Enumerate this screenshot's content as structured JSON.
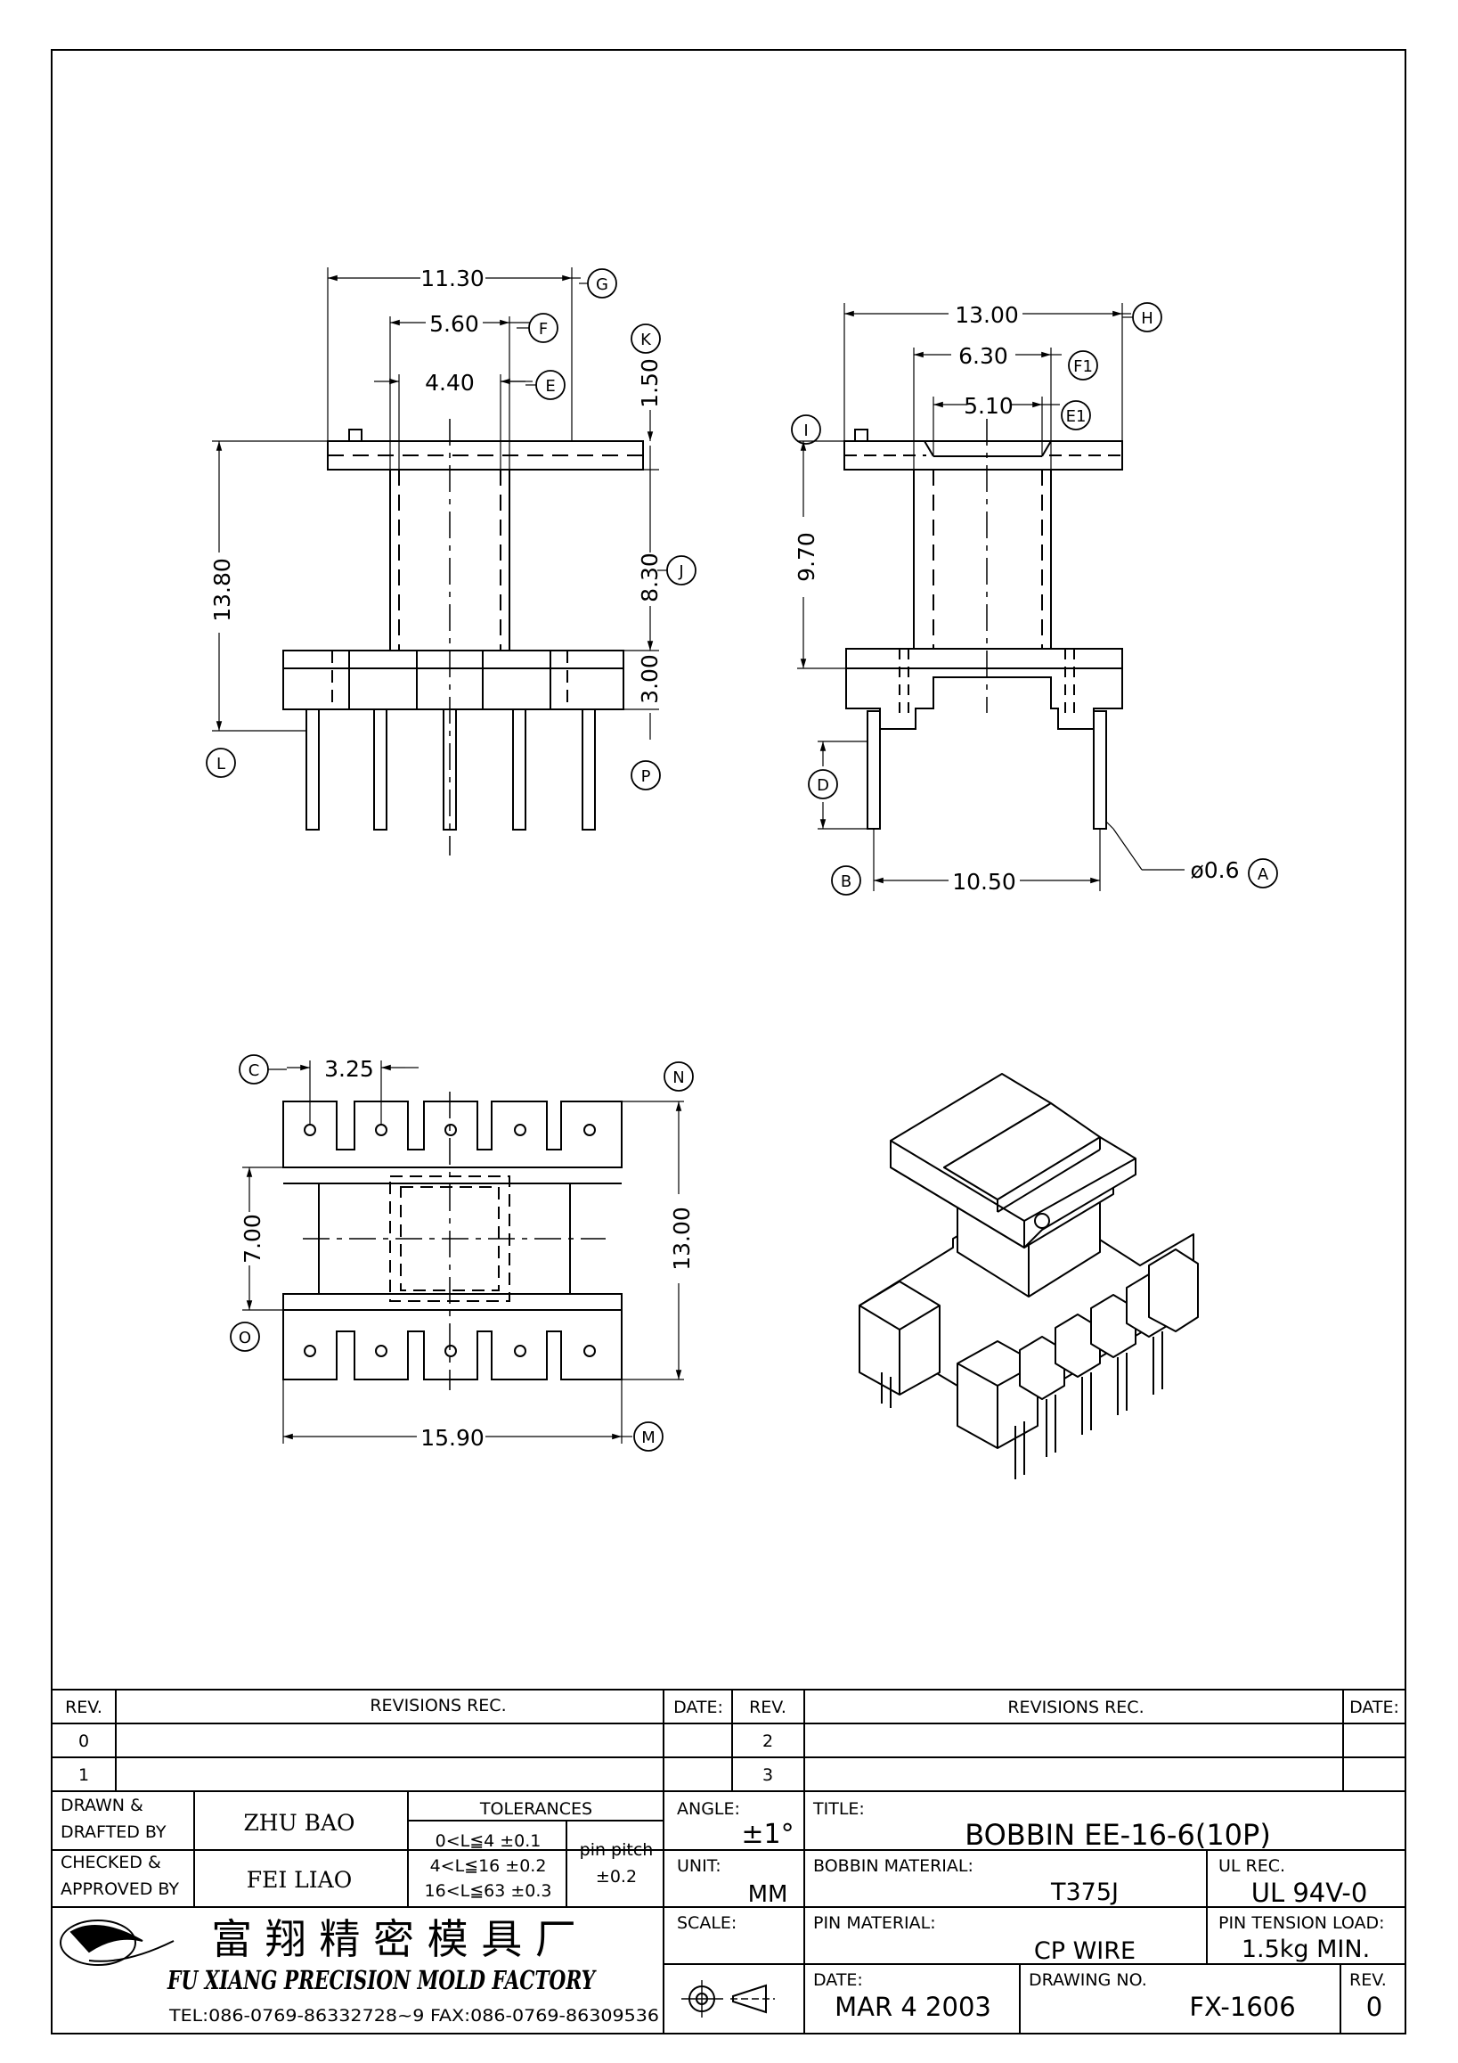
{
  "views": {
    "front": {
      "dim_width_overall": "11.30",
      "dim_width_mid": "5.60",
      "dim_width_inner": "4.40",
      "dim_flange_thk": "1.50",
      "dim_height_overall": "13.80",
      "dim_window_height": "8.30",
      "dim_base_height": "3.00",
      "callouts": [
        "G",
        "F",
        "E",
        "K",
        "J",
        "L",
        "P"
      ]
    },
    "side": {
      "dim_width_overall": "13.00",
      "dim_width_mid": "6.30",
      "dim_width_inner": "5.10",
      "dim_height": "9.70",
      "dim_pin_span": "10.50",
      "dim_pin_dia": "ø0.6",
      "callouts": [
        "H",
        "F1",
        "E1",
        "I",
        "D",
        "B",
        "A"
      ]
    },
    "bottom": {
      "dim_pin_pitch": "3.25",
      "dim_inner": "7.00",
      "dim_depth": "13.00",
      "dim_length": "15.90",
      "callouts": [
        "C",
        "N",
        "O",
        "M"
      ]
    }
  },
  "revisions": {
    "header_rev": "REV.",
    "header_rec": "REVISIONS   REC.",
    "header_date": "DATE:",
    "left_revs": [
      "0",
      "1"
    ],
    "right_revs": [
      "2",
      "3"
    ]
  },
  "title_block": {
    "drawn_label_1": "DRAWN  &",
    "drawn_label_2": "DRAFTED  BY",
    "drawn_by": "ZHU BAO",
    "checked_label_1": "CHECKED  &",
    "checked_label_2": "APPROVED  BY",
    "checked_by": "FEI LIAO",
    "tolerances_label": "TOLERANCES",
    "tol_rows": [
      "0<L≦4    ±0.1",
      "4<L≦16  ±0.2",
      "16<L≦63  ±0.3"
    ],
    "pin_pitch_label": "pin  pitch",
    "pin_pitch_tol": "±0.2",
    "angle_label": "ANGLE:",
    "angle_value": "±1°",
    "unit_label": "UNIT:",
    "unit_value": "MM",
    "scale_label": "SCALE:",
    "title_label": "TITLE:",
    "title_value": "BOBBIN  EE-16-6(10P)",
    "bobbin_material_label": "BOBBIN  MATERIAL:",
    "bobbin_material_value": "T375J",
    "ul_rec_label": "UL  REC.",
    "ul_rec_value": "UL  94V-0",
    "pin_material_label": "PIN  MATERIAL:",
    "pin_material_value": "CP  WIRE",
    "pin_tension_label": "PIN  TENSION  LOAD:",
    "pin_tension_value": "1.5kg  MIN.",
    "date_label": "DATE:",
    "date_value": "MAR  4  2003",
    "drawing_no_label": "DRAWING  NO.",
    "drawing_no_value": "FX-1606",
    "rev_label": "REV.",
    "rev_value": "0",
    "company_cn": "富 翔 精 密 模 具 厂",
    "company_en": "FU  XIANG  PRECISION  MOLD  FACTORY",
    "contact": "TEL:086-0769-86332728~9   FAX:086-0769-86309536"
  }
}
